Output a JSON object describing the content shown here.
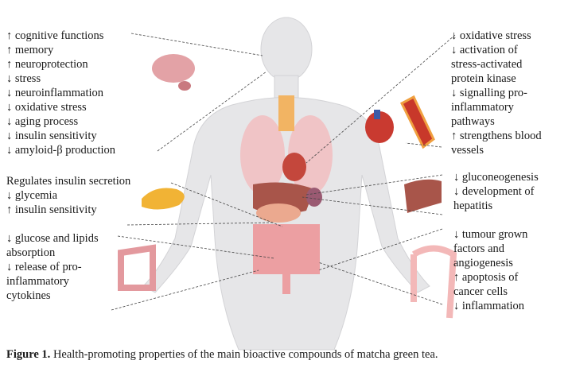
{
  "brain": {
    "lines": [
      "↑ cognitive functions",
      "↑ memory",
      "↑ neuroprotection",
      "↓ stress",
      "↓ neuroinflammation",
      "↓ oxidative stress",
      "↓ aging process",
      "↓ insulin sensitivity",
      "↓ amyloid-β production"
    ]
  },
  "heart": {
    "lines": [
      "↓ oxidative stress",
      "↓ activation of",
      "stress-activated",
      "protein kinase",
      "↓ signalling pro-",
      "inflammatory",
      "pathways",
      "↑ strengthens blood",
      "vessels"
    ]
  },
  "pancreas": {
    "lines": [
      "Regulates insulin secretion",
      "↓ glycemia",
      "↑ insulin sensitivity"
    ]
  },
  "liver": {
    "lines": [
      "↓ gluconeogenesis",
      "↓ development of",
      "hepatitis"
    ]
  },
  "intestine": {
    "lines": [
      "↓ glucose and lipids",
      "absorption",
      "↓ release of pro-",
      "inflammatory",
      "cytokines"
    ]
  },
  "colon": {
    "lines": [
      "↓ tumour grown",
      "factors and",
      "angiogenesis",
      "↑ apoptosis of",
      "cancer cells",
      "↓ inflammation"
    ]
  },
  "caption": {
    "label": "Figure 1.",
    "text": " Health-promoting properties of the main bioactive compounds of matcha green tea."
  },
  "colors": {
    "body": "#e6e6e8",
    "organ": "#e8a3a6",
    "liver": "#a8554a",
    "pancreas": "#f1b335"
  }
}
